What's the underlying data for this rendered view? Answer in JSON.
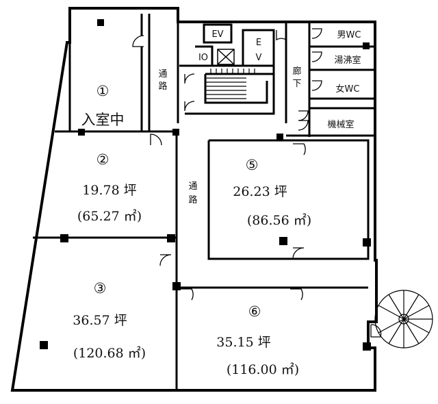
{
  "units": [
    {
      "id": "unit-1",
      "num": "①",
      "status": "入室中",
      "area_tsubo": "",
      "area_m2": ""
    },
    {
      "id": "unit-2",
      "num": "②",
      "status": "",
      "area_tsubo": "19.78 坪",
      "area_m2": "(65.27 ㎡)"
    },
    {
      "id": "unit-3",
      "num": "③",
      "status": "",
      "area_tsubo": "36.57 坪",
      "area_m2": "(120.68 ㎡)"
    },
    {
      "id": "unit-5",
      "num": "⑤",
      "status": "",
      "area_tsubo": "26.23 坪",
      "area_m2": "(86.56 ㎡)"
    },
    {
      "id": "unit-6",
      "num": "⑥",
      "status": "",
      "area_tsubo": "35.15 坪",
      "area_m2": "(116.00 ㎡)"
    }
  ],
  "facilities": {
    "ev_small": "EV",
    "ev_large_top": "E",
    "ev_large_bottom": "V",
    "io": "IO",
    "men_wc": "男WC",
    "kitchenette": "湯沸室",
    "women_wc": "女WC",
    "machine_room": "機械室"
  },
  "corridors": {
    "corridor_a": [
      "通",
      "路"
    ],
    "corridor_b": [
      "通",
      "路"
    ],
    "hallway": [
      "廊",
      "下"
    ]
  }
}
